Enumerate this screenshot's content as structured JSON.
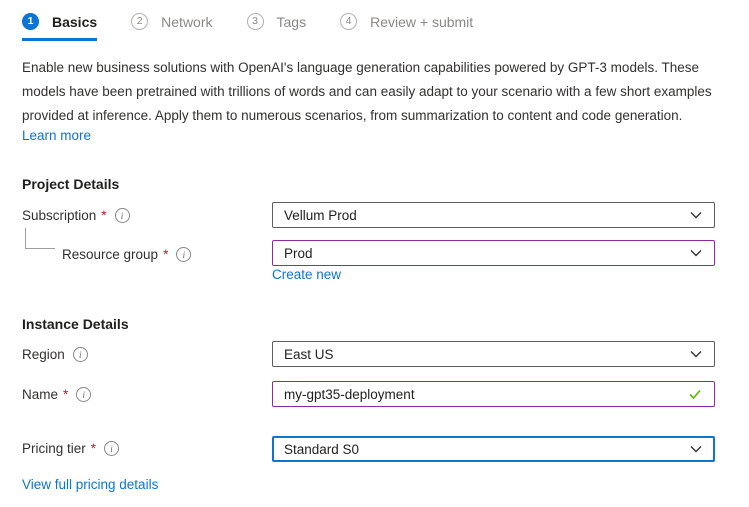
{
  "tabs": [
    {
      "number": "1",
      "label": "Basics",
      "active": true
    },
    {
      "number": "2",
      "label": "Network",
      "active": false
    },
    {
      "number": "3",
      "label": "Tags",
      "active": false
    },
    {
      "number": "4",
      "label": "Review + submit",
      "active": false
    }
  ],
  "description": "Enable new business solutions with OpenAI's language generation capabilities powered by GPT-3 models. These models have been pretrained with trillions of words and can easily adapt to your scenario with a few short examples provided at inference. Apply them to numerous scenarios, from summarization to content and code generation.",
  "links": {
    "learn_more": "Learn more",
    "create_new": "Create new",
    "view_pricing": "View full pricing details"
  },
  "sections": {
    "project_details": "Project Details",
    "instance_details": "Instance Details"
  },
  "fields": {
    "subscription": {
      "label": "Subscription",
      "required": true,
      "value": "Vellum Prod",
      "control": "dropdown",
      "state": "default"
    },
    "resource_group": {
      "label": "Resource group",
      "required": true,
      "value": "Prod",
      "control": "dropdown",
      "state": "modified"
    },
    "region": {
      "label": "Region",
      "required": false,
      "value": "East US",
      "control": "dropdown",
      "state": "default"
    },
    "name": {
      "label": "Name",
      "required": true,
      "value": "my-gpt35-deployment",
      "control": "text",
      "state": "modified-valid"
    },
    "pricing_tier": {
      "label": "Pricing tier",
      "required": true,
      "value": "Standard S0",
      "control": "dropdown",
      "state": "focused"
    }
  },
  "ui": {
    "required_marker": "*"
  },
  "icons": {
    "info": "i",
    "chevron_down": "chevron-down-icon",
    "valid_check": "check-icon"
  },
  "colors": {
    "accent_blue": "#0b74d4",
    "modified_purple": "#8a2da5",
    "valid_green": "#5db300",
    "required_red": "#a4262c",
    "text_primary": "#323130",
    "text_muted": "#8a8886",
    "border_gray": "#605e5c"
  }
}
